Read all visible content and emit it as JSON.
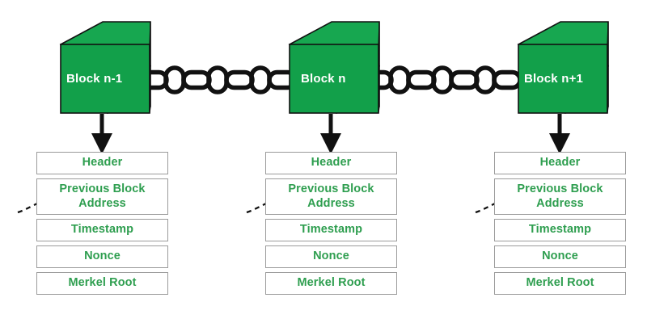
{
  "diagram": {
    "title": "Blockchain block structure",
    "colors": {
      "cube_front": "#12a04a",
      "cube_top": "#17a750",
      "cube_side": "#0f9a46",
      "cube_outline": "#111111",
      "field_text": "#2e9e4f",
      "field_border": "#9b9b9b",
      "arrow": "#111111",
      "background": "#ffffff"
    }
  },
  "blocks": [
    {
      "id": "block-prev",
      "label": "Block n-1",
      "fields": [
        {
          "name": "header",
          "label": "Header"
        },
        {
          "name": "previous-block-address",
          "label": "Previous Block\nAddress"
        },
        {
          "name": "timestamp",
          "label": "Timestamp"
        },
        {
          "name": "nonce",
          "label": "Nonce"
        },
        {
          "name": "merkel-root",
          "label": "Merkel Root"
        }
      ]
    },
    {
      "id": "block-n",
      "label": "Block n",
      "fields": [
        {
          "name": "header",
          "label": "Header"
        },
        {
          "name": "previous-block-address",
          "label": "Previous Block\nAddress"
        },
        {
          "name": "timestamp",
          "label": "Timestamp"
        },
        {
          "name": "nonce",
          "label": "Nonce"
        },
        {
          "name": "merkel-root",
          "label": "Merkel Root"
        }
      ]
    },
    {
      "id": "block-next",
      "label": "Block n+1",
      "fields": [
        {
          "name": "header",
          "label": "Header"
        },
        {
          "name": "previous-block-address",
          "label": "Previous Block\nAddress"
        },
        {
          "name": "timestamp",
          "label": "Timestamp"
        },
        {
          "name": "nonce",
          "label": "Nonce"
        },
        {
          "name": "merkel-root",
          "label": "Merkel Root"
        }
      ]
    }
  ],
  "connectors": {
    "chains": [
      {
        "name": "chain-link-left",
        "from": "block-prev",
        "to": "block-n",
        "links": 9
      },
      {
        "name": "chain-link-right",
        "from": "block-n",
        "to": "block-next",
        "links": 9
      }
    ],
    "down_arrows": [
      {
        "name": "down-arrow-block-prev"
      },
      {
        "name": "down-arrow-block-n"
      },
      {
        "name": "down-arrow-block-next"
      }
    ],
    "dashed_arrows": [
      {
        "name": "dashed-arrow-prev-address-1"
      },
      {
        "name": "dashed-arrow-prev-address-2"
      },
      {
        "name": "dashed-arrow-prev-address-3"
      }
    ]
  }
}
